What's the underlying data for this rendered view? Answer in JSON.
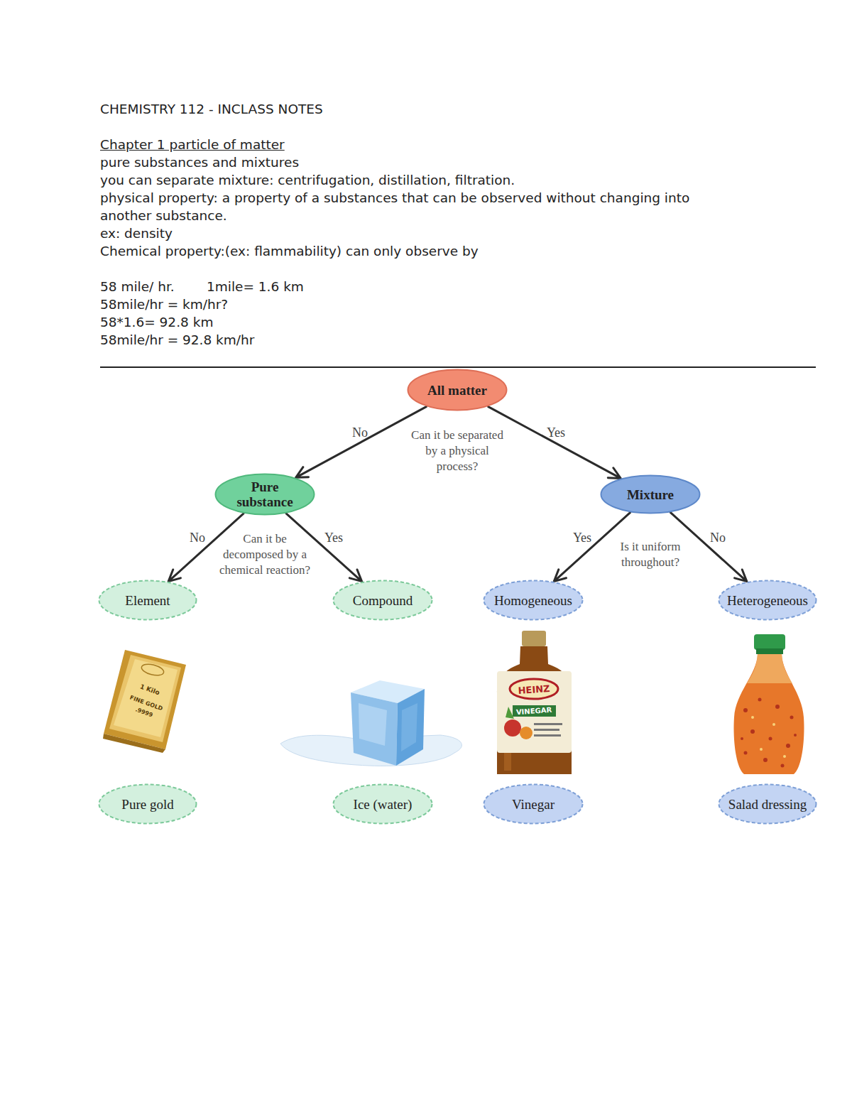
{
  "diagram": {
    "title": "CHEMISTRY 112 - INCLASS NOTES",
    "nodes": [
      {
        "text": [
          "All matter"
        ]
      },
      {
        "text": [
          "Pure substance"
        ]
      },
      {
        "text": [
          "Mixture"
        ]
      },
      {
        "text": [
          "Element"
        ]
      },
      {
        "text": [
          "Compound"
        ]
      },
      {
        "text": [
          "Homogeneous"
        ]
      },
      {
        "text": [
          "Heterogeneous"
        ]
      },
      {
        "text": [
          "Pure gold"
        ]
      },
      {
        "text": [
          "Ice (water)"
        ]
      },
      {
        "text": [
          "Vinegar"
        ]
      },
      {
        "text": [
          "Salad dressing"
        ]
      }
    ],
    "edges": [
      {
        "from": 0,
        "to": 1,
        "arrow": "to",
        "label": "No"
      },
      {
        "from": 0,
        "to": 2,
        "arrow": "to",
        "label": "Yes"
      },
      {
        "from": 1,
        "to": 3,
        "arrow": "to",
        "label": "No"
      },
      {
        "from": 1,
        "to": 4,
        "arrow": "to",
        "label": "Yes"
      },
      {
        "from": 2,
        "to": 5,
        "arrow": "to",
        "label": "Yes"
      },
      {
        "from": 2,
        "to": 6,
        "arrow": "to",
        "label": "No"
      }
    ],
    "labels": [
      "Chapter 1 particle of matter",
      "pure substances and mixtures",
      "you can separate mixture: centrifugation, distillation, filtration.",
      "physical property: a property of a substances that can be observed without changing into another substance.",
      "ex: density",
      "Chemical property:(ex: flammability) can only observe by",
      "58 mile/ hr.",
      "1mile= 1.6 km",
      "58mile/hr = km/hr?",
      "58*1.6= 92.8 km",
      "58mile/hr = 92.8 km/hr",
      "Can it be separated by a physical process?",
      "Can it be decomposed by a chemical reaction?",
      "Is it uniform throughout?",
      "1 Kilo",
      "FINE GOLD",
      ".9999",
      "HEINZ",
      "VINEGAR"
    ]
  }
}
